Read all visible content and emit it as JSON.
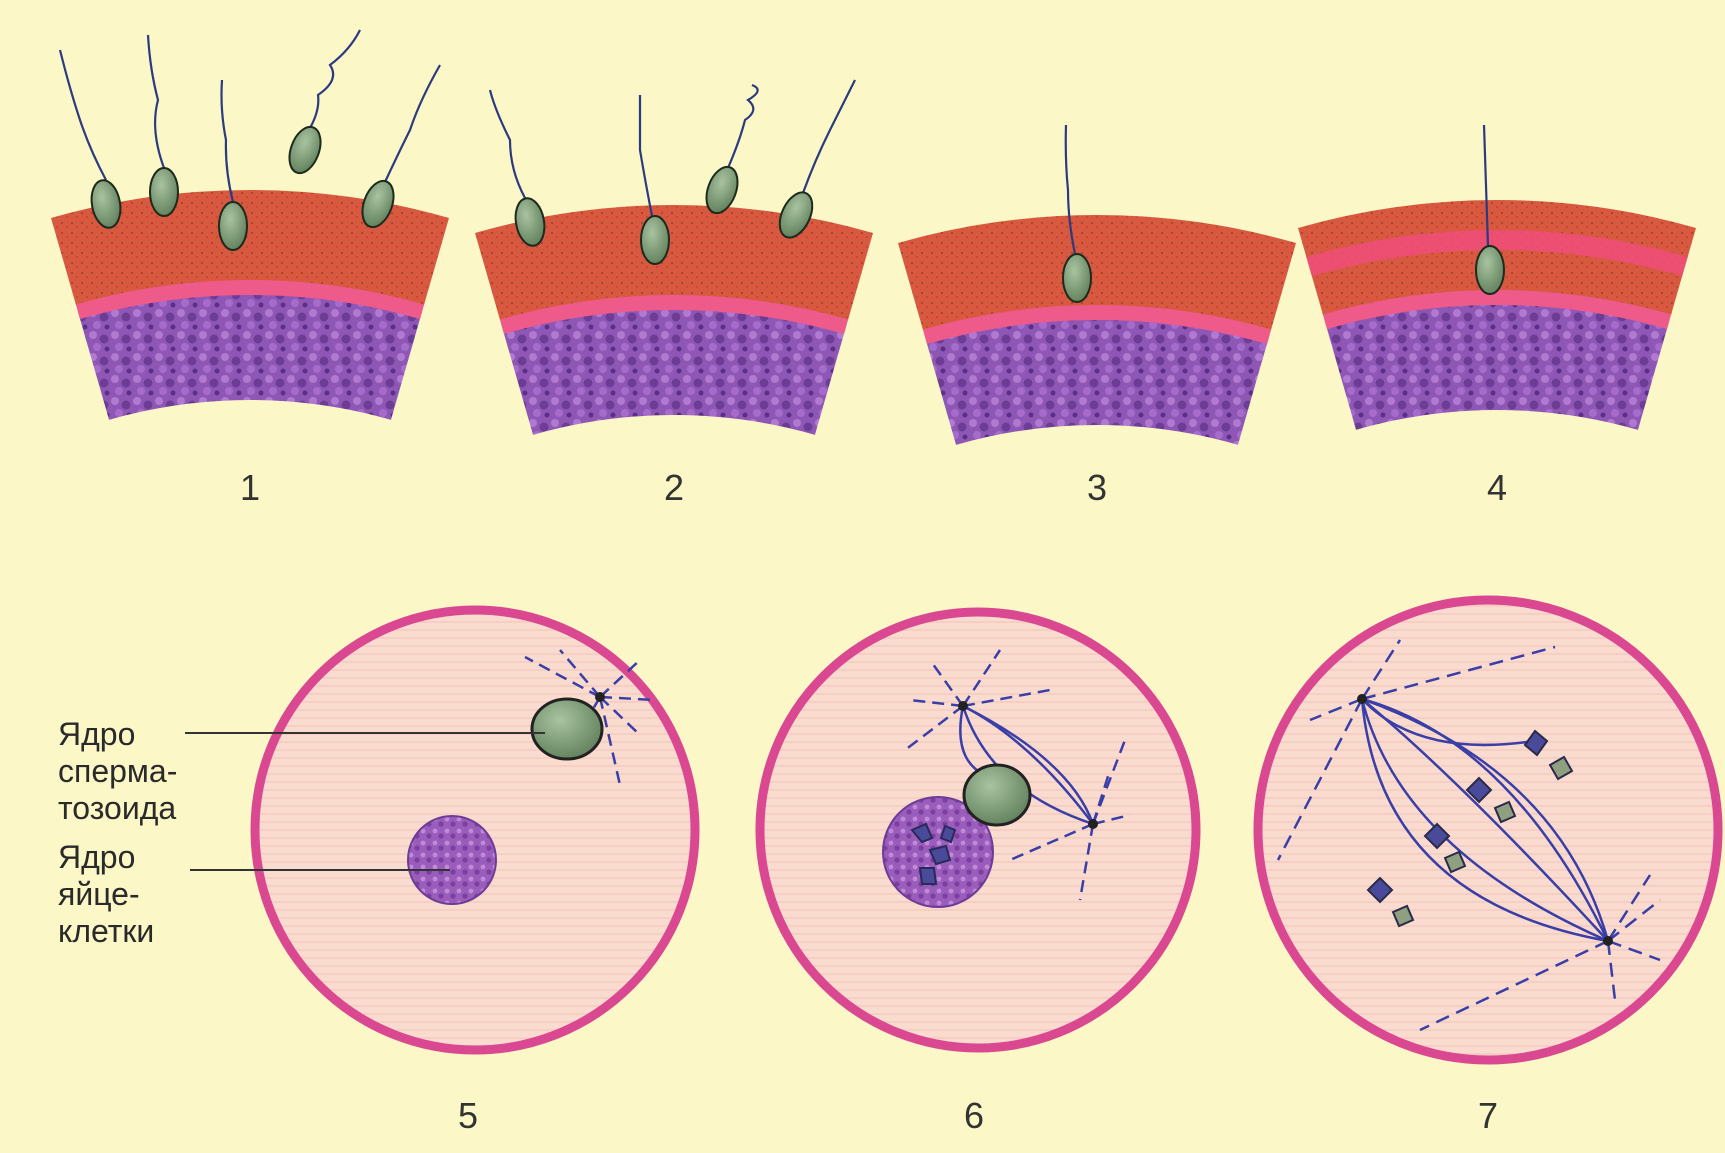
{
  "stages": [
    {
      "id": "stage-1",
      "label": "1"
    },
    {
      "id": "stage-2",
      "label": "2"
    },
    {
      "id": "stage-3",
      "label": "3"
    },
    {
      "id": "stage-4",
      "label": "4"
    },
    {
      "id": "stage-5",
      "label": "5"
    },
    {
      "id": "stage-6",
      "label": "6"
    },
    {
      "id": "stage-7",
      "label": "7"
    }
  ],
  "labels": {
    "sperm_nucleus": [
      "Ядро",
      "сперма-",
      "тозоида"
    ],
    "egg_nucleus": [
      "Ядро",
      "яйце-",
      "клетки"
    ]
  },
  "colors": {
    "background": "#fbf7c6",
    "zona": "#d9583f",
    "membrane": "#ee5a8a",
    "cytoplasm": "#8f57b5",
    "sperm_head": "#7fa07a",
    "flagellum": "#2c3a80",
    "cell_outline": "#d94890",
    "cell_fill": "#fadbd0",
    "spindle": "#3a3fa8",
    "chromosome_maternal": "#4a4a9a",
    "chromosome_paternal": "#8ea080"
  }
}
